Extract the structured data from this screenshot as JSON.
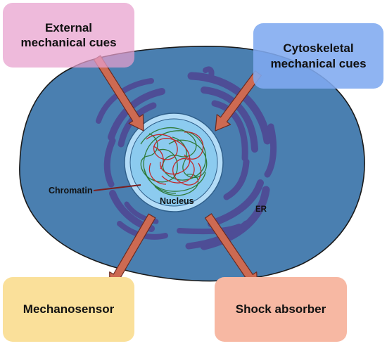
{
  "labels": {
    "external_cues": "External\nmechanical cues",
    "cytoskeletal_cues": "Cytoskeletal\nmechanical cues",
    "mechanosensor": "Mechanosensor",
    "shock_absorber": "Shock absorber",
    "chromatin": "Chromatin",
    "nucleus": "Nucleus",
    "er": "ER"
  },
  "colors": {
    "cell_fill": "#4a7fb0",
    "cell_outline": "#1a1a1a",
    "er_fill": "#4e4d96",
    "nucleus_ring": "#b3dcf7",
    "nucleus_core": "#8ccbef",
    "chromatin_green": "#2f7a3a",
    "chromatin_red": "#c0282a",
    "arrow_fill": "#cd6a52",
    "arrow_stroke": "#6b2b22",
    "external_box": "#e7a0cd",
    "cytoskeletal_box": "#80aaf0",
    "mechanosensor_box": "#fae09a",
    "shock_absorber_box": "#f7b8a3"
  }
}
